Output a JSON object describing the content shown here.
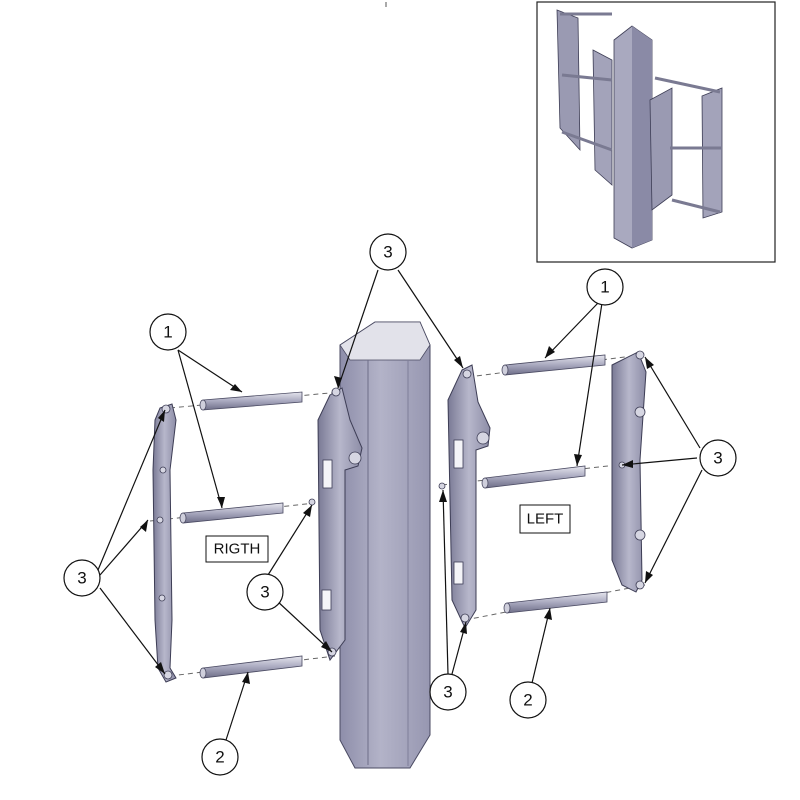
{
  "labels": {
    "right_side": "RIGTH",
    "left_side": "LEFT"
  },
  "callouts": {
    "rod": "1",
    "lower_rod": "2",
    "fastener": "3"
  },
  "colors": {
    "metal_light": "#b9b9cc",
    "metal_mid": "#9a9ab2",
    "metal_dark": "#6e6e88",
    "pillar_face": "#a6a6bc",
    "pillar_side": "#8a8aa6",
    "pillar_top": "#dcdce6",
    "line": "#111111"
  }
}
